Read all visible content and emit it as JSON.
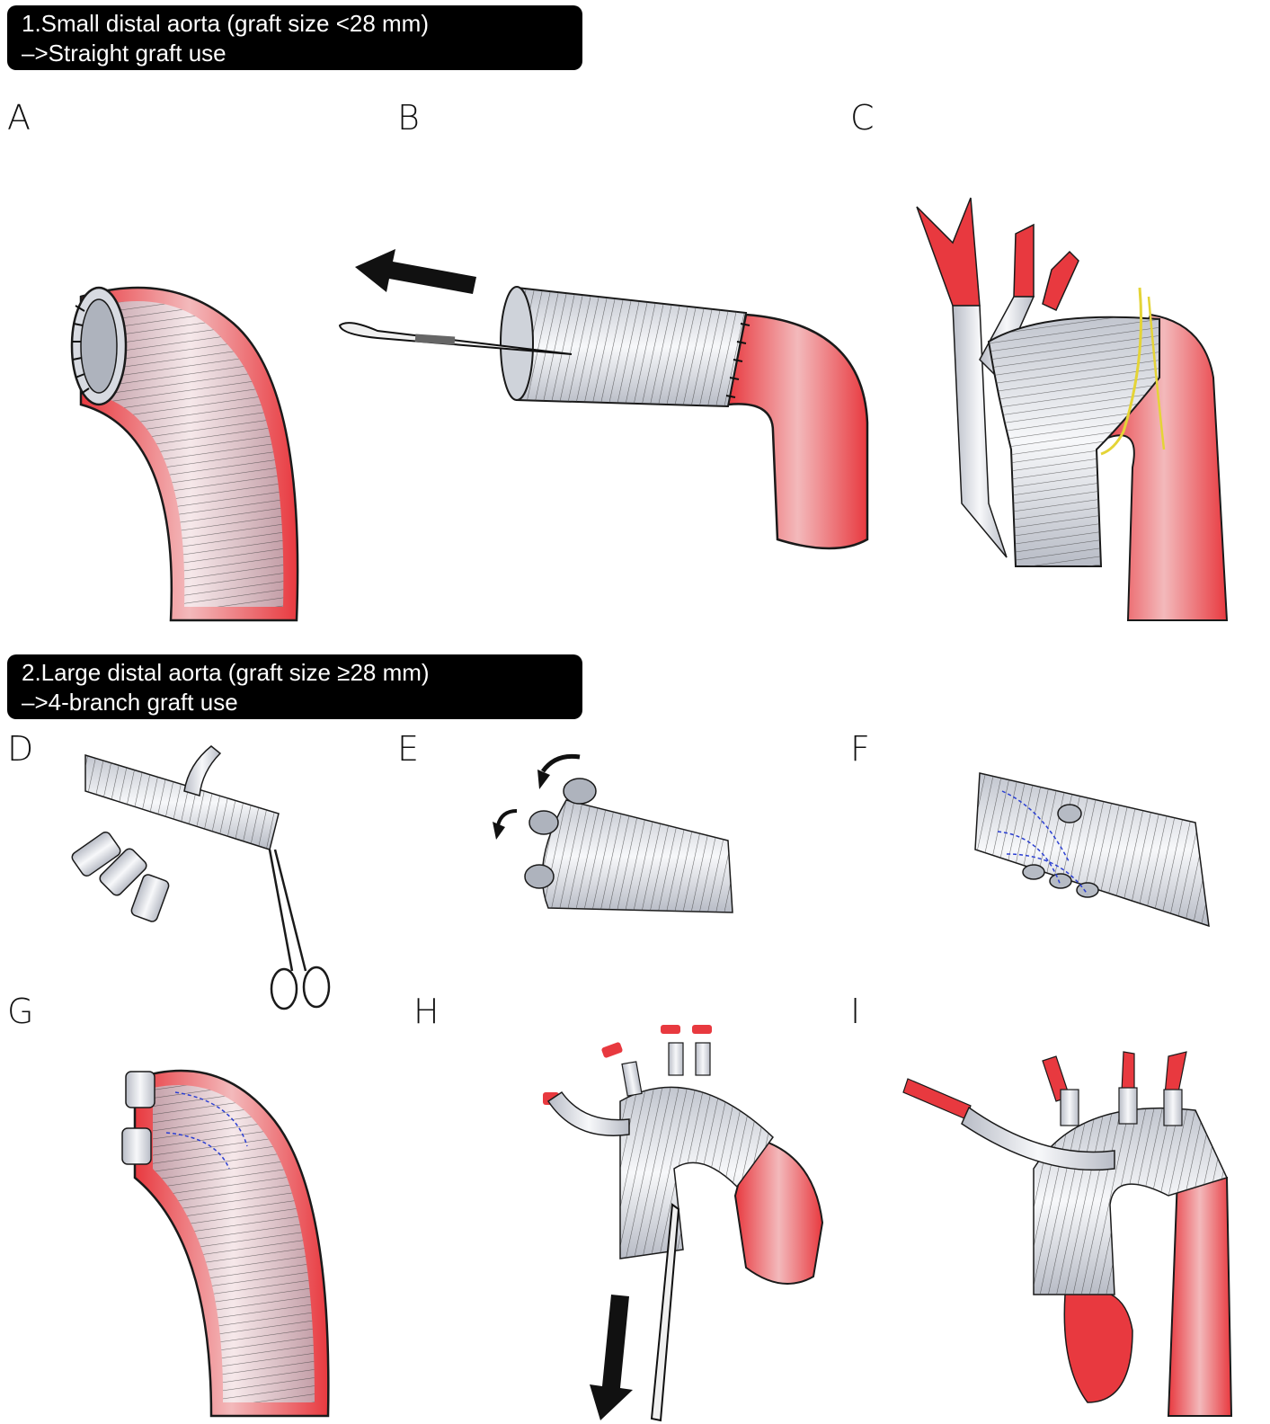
{
  "banners": [
    {
      "line1": "1.Small distal aorta (graft size <28 mm)",
      "line2": "–>Straight graft use"
    },
    {
      "line1": "2.Large distal aorta (graft size ≥28 mm)",
      "line2": "–>4-branch graft use"
    }
  ],
  "panels": [
    "A",
    "B",
    "C",
    "D",
    "E",
    "F",
    "G",
    "H",
    "I"
  ],
  "colors": {
    "vessel": "#e8393f",
    "graft": "#e3e5ea",
    "ink": "#1a1a1a",
    "suture": "#2b3fd1",
    "nerve": "#e4d437"
  }
}
